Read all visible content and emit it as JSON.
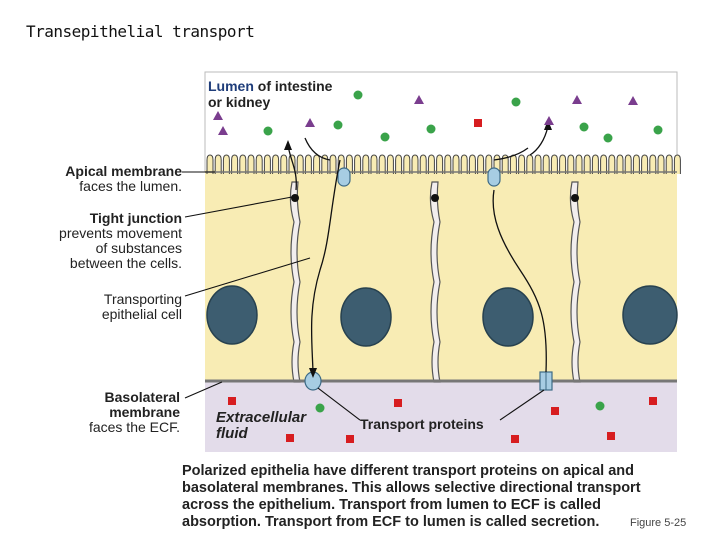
{
  "title": "Transepithelial transport",
  "labels": {
    "lumen_bold": "Lumen",
    "lumen_rest_1": " of intestine",
    "lumen_rest_2": "or kidney",
    "apical_1": "Apical membrane",
    "apical_2": "faces the lumen.",
    "tight_1": "Tight junction",
    "tight_2": "prevents movement",
    "tight_3": "of substances",
    "tight_4": "between the cells.",
    "transporting_1": "Transporting",
    "transporting_2": "epithelial cell",
    "baso_1": "Basolateral",
    "baso_2": "membrane",
    "baso_3": "faces the ECF.",
    "ecf_1": "Extracellular",
    "ecf_2": "fluid",
    "transport_proteins": "Transport proteins"
  },
  "caption": {
    "line1": "Polarized epithelia have different transport proteins on apical and",
    "line2": "basolateral membranes. This allows selective directional transport",
    "line3": "across the epithelium. Transport from lumen to ECF is called",
    "line4_a": "absorption",
    "line4_b": ". Transport from ECF to lumen is called ",
    "line4_c": "secretion",
    "line4_d": "."
  },
  "figure_number": "Figure 5-25",
  "colors": {
    "cytoplasm": "#f8ecb4",
    "ecf": "#e3dcea",
    "nucleus": "#3d5d70",
    "protein": "#a7cde3",
    "green_dot": "#3aa34a",
    "purple_triangle": "#7a3d8e",
    "red_square": "#d71d20"
  }
}
